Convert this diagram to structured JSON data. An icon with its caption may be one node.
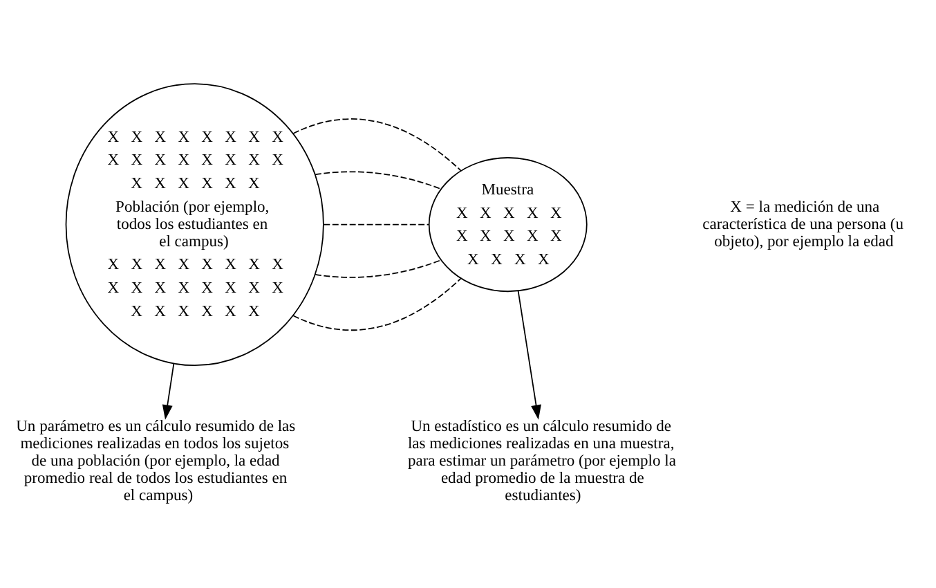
{
  "diagram": {
    "nodes": [
      {
        "text": [
          "Población (por ejemplo, todos los estudiantes en el campus)",
          "X",
          "X",
          "X",
          "X",
          "X",
          "X",
          "X",
          "X",
          "X",
          "X",
          "X",
          "X",
          "X",
          "X",
          "X",
          "X",
          "X",
          "X",
          "X",
          "X",
          "X",
          "X",
          "X",
          "X",
          "X",
          "X",
          "X",
          "X",
          "X",
          "X",
          "X",
          "X",
          "X",
          "X",
          "X",
          "X",
          "X",
          "X",
          "X",
          "X",
          "X",
          "X",
          "X",
          "X"
        ]
      },
      {
        "text": [
          "Muestra",
          "X",
          "X",
          "X",
          "X",
          "X",
          "X",
          "X",
          "X",
          "X",
          "X",
          "X",
          "X",
          "X",
          "X"
        ]
      },
      {
        "text": [
          "Un parámetro es un cálculo resumido de las mediciones realizadas en todos los sujetos de una población (por ejemplo, la edad promedio real de todos los estudiantes en el campus)"
        ]
      },
      {
        "text": [
          "Un estadístico es un cálculo resumido de las mediciones realizadas en una muestra, para estimar un parámetro (por ejemplo la edad promedio de la muestra de estudiantes)"
        ]
      }
    ],
    "edges": [
      {
        "from": 0,
        "to": 1,
        "arrow": "none",
        "style": "dashed"
      },
      {
        "from": 0,
        "to": 1,
        "arrow": "none",
        "style": "dashed"
      },
      {
        "from": 0,
        "to": 1,
        "arrow": "none",
        "style": "dashed"
      },
      {
        "from": 0,
        "to": 1,
        "arrow": "none",
        "style": "dashed"
      },
      {
        "from": 0,
        "to": 1,
        "arrow": "none",
        "style": "dashed"
      },
      {
        "from": 0,
        "to": 2,
        "arrow": "to"
      },
      {
        "from": 1,
        "to": 3,
        "arrow": "to"
      }
    ],
    "labels": [
      "X = la medición de una característica de una persona (u objeto), por ejemplo la edad"
    ]
  }
}
